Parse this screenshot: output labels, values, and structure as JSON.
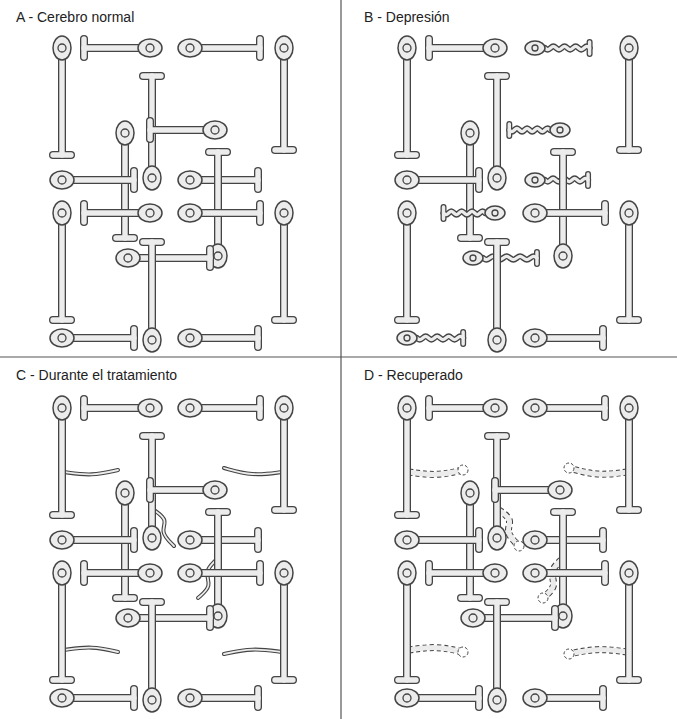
{
  "diagram": {
    "labels": [
      "A - Cerebro normal",
      "B - Depresión",
      "C - Durante el tratamiento",
      "D - Recuperado"
    ]
  }
}
